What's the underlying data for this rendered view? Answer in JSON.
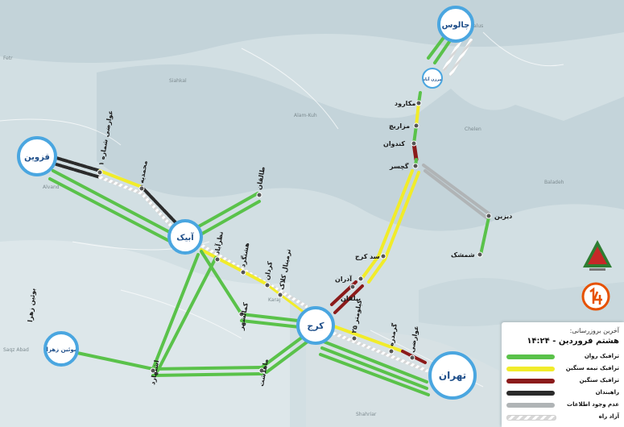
{
  "colors": {
    "smooth": "#5ac24a",
    "semi_heavy": "#f1ec2a",
    "heavy": "#8b1a1a",
    "closed": "#2b2b2b",
    "no_data": "#b0b4b6",
    "freeway": "#d7d7d7",
    "city_ring": "#4aa6e0"
  },
  "cities": {
    "chalus": "چالوس",
    "qazvin": "قزوین",
    "abyek": "آبیک",
    "karaj": "کرج",
    "tehran": "تهران",
    "buin_zahra": "بوئین زهرا",
    "marzan_abad": "مرزن آباد"
  },
  "nodes": {
    "makarud": "مکارود",
    "mazarich": "مزاریچ",
    "kondovan": "کندوان",
    "gachsar": "گچسر",
    "sad_karaj": "سد کرج",
    "adaran": "آدران",
    "bilaqan": "بیلقان",
    "dizin": "دیزین",
    "shemshak": "شمشک",
    "taleqan": "طالقان",
    "mohammadieh": "محمدیه",
    "qazvin_bypass": "عوارضی شماره ۱",
    "nazarabad": "نظرآباد",
    "hashtgerd": "هشتگرد",
    "kalak": "کمالشهر",
    "kordan": "کردان",
    "eshtehard": "اشتهارد",
    "mahdasht": "ماهدشت",
    "karaj_km25": "کیلومتر ۲۵",
    "garmdareh": "گرمدره",
    "tehran_toll": "عوارضی",
    "karaj_toll": "ترمینال کلاک",
    "buin_road": "بوئین زهرا"
  },
  "legend": {
    "update_label": "آخرین بروزرسانی:",
    "update_time": "هشتم فروردین - ۱۴:۲۴",
    "items": [
      {
        "label": "ترافیک روان"
      },
      {
        "label": "ترافیک نیمه سنگین"
      },
      {
        "label": "ترافیک سنگین"
      },
      {
        "label": "راهبندان"
      },
      {
        "label": "عدم وجود اطلاعات"
      },
      {
        "label": "آزاد راه"
      }
    ]
  },
  "background_labels": {
    "l1": "Fetr",
    "l2": "Siahkal",
    "l3": "Alam-Kuh",
    "l4": "Chalus",
    "l5": "Chelen",
    "l6": "Baladeh",
    "l7": "Alvand",
    "l8": "Saqz Abad",
    "l9": "Karaj",
    "l10": "Shahriar"
  }
}
